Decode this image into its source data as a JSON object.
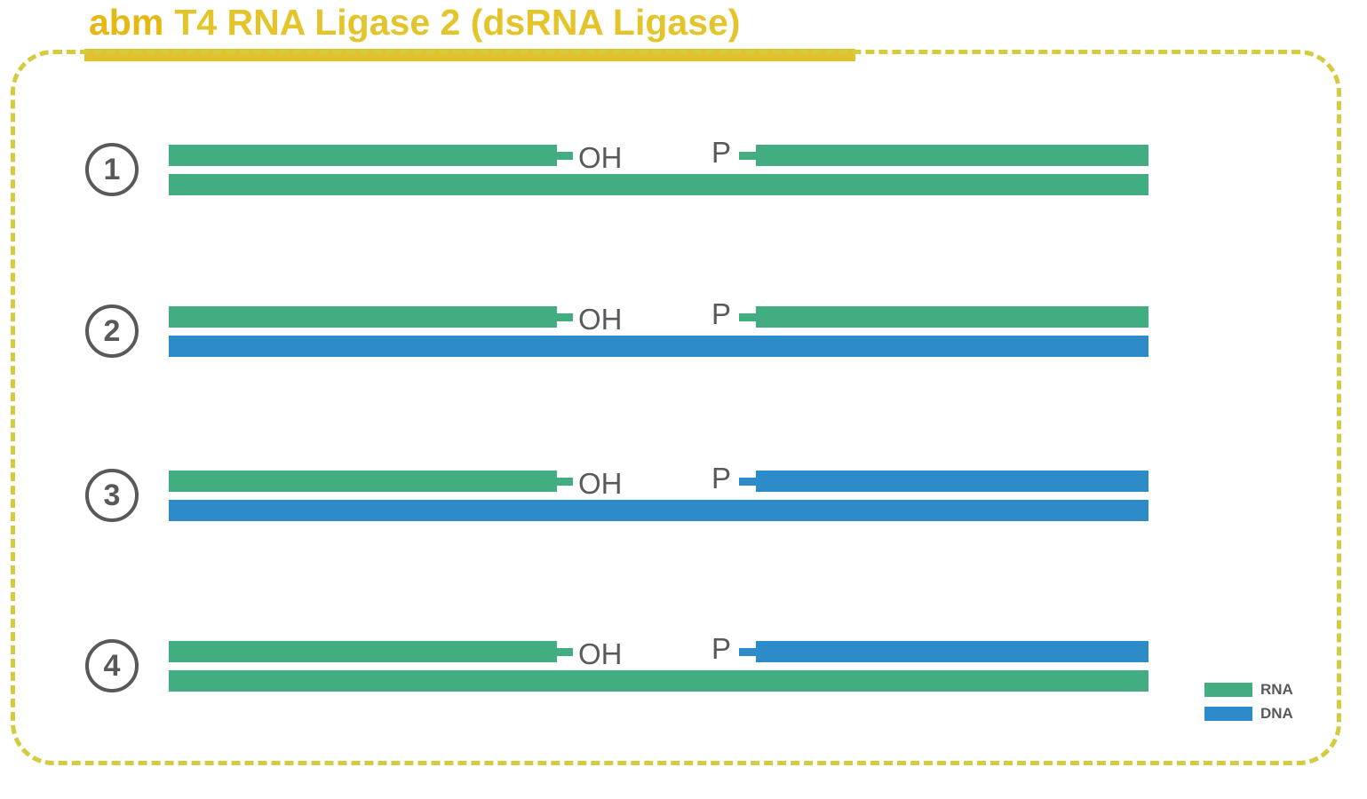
{
  "title": {
    "brand": "abm",
    "rest": "T4 RNA Ligase 2 (dsRNA Ligase)"
  },
  "colors": {
    "RNA": "#41AD81",
    "DNA": "#2E8BC9",
    "title_gold": "#E3C52B",
    "brand_gold": "#E5B814",
    "underline_gold": "#E2C22B",
    "dashed_border_gold": "#D5CB3E",
    "text_gray": "#58595B"
  },
  "rows": [
    {
      "number": "1",
      "oh_label": "OH",
      "p_label": "P",
      "strands": {
        "top_left": "RNA",
        "top_right": "RNA",
        "bottom": "RNA"
      }
    },
    {
      "number": "2",
      "oh_label": "OH",
      "p_label": "P",
      "strands": {
        "top_left": "RNA",
        "top_right": "RNA",
        "bottom": "DNA"
      }
    },
    {
      "number": "3",
      "oh_label": "OH",
      "p_label": "P",
      "strands": {
        "top_left": "RNA",
        "top_right": "DNA",
        "bottom": "DNA"
      }
    },
    {
      "number": "4",
      "oh_label": "OH",
      "p_label": "P",
      "strands": {
        "top_left": "RNA",
        "top_right": "DNA",
        "bottom": "RNA"
      }
    }
  ],
  "legend": {
    "items": [
      {
        "label": "RNA",
        "swatch": "RNA"
      },
      {
        "label": "DNA",
        "swatch": "DNA"
      }
    ]
  }
}
